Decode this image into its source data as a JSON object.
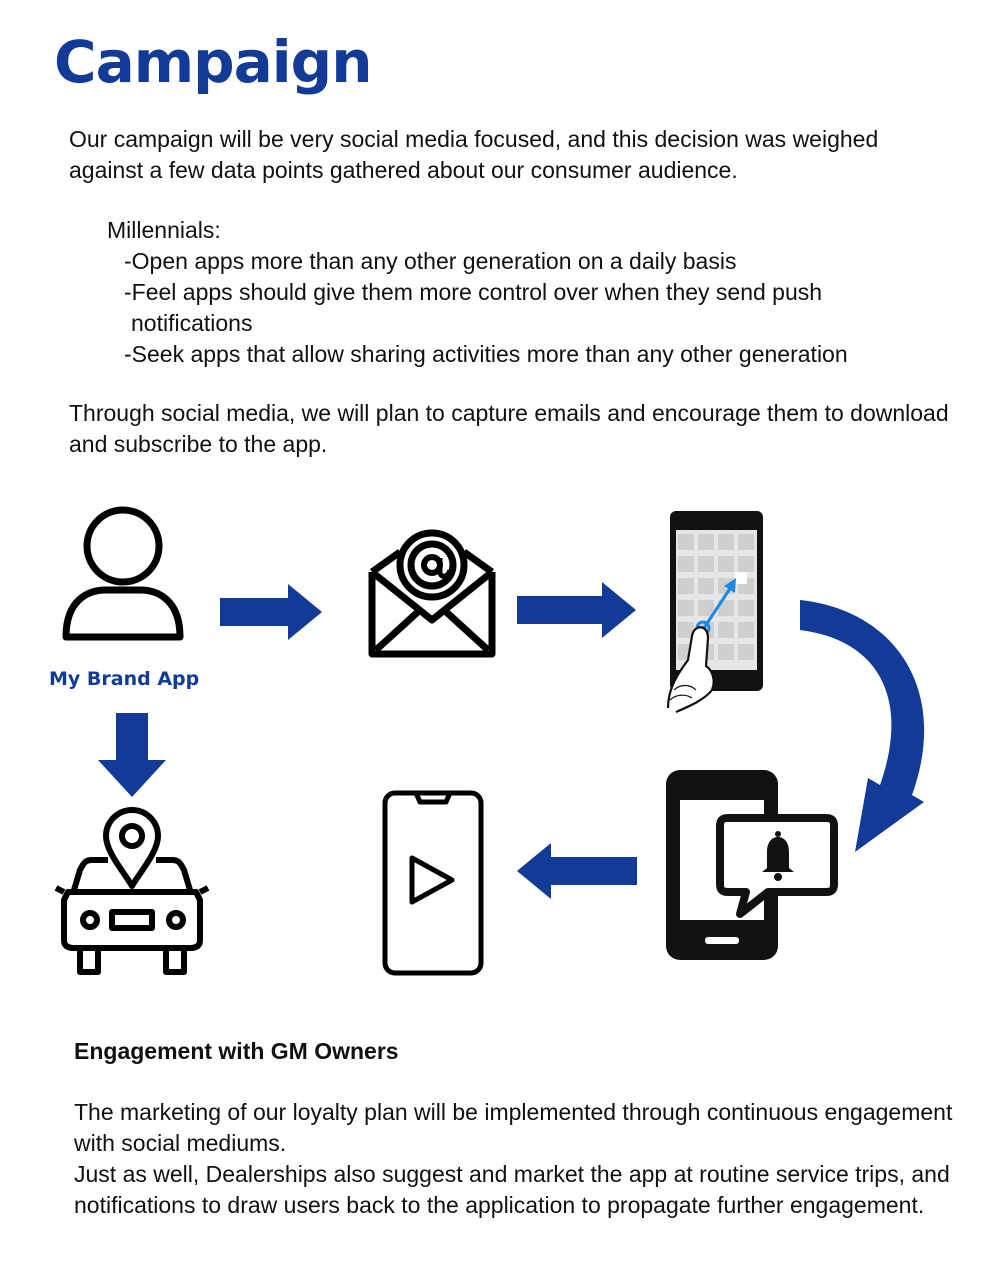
{
  "title": "Campaign",
  "intro": "Our campaign will be very social media focused, and this decision was weighed against a few data points gathered about our consumer audience.",
  "millennials": {
    "heading": "Millennials:",
    "points": [
      "-Open apps more than any other generation on a daily basis",
      "-Feel apps should give them more control over when they send push notifications",
      "-Seek apps that allow sharing activities more than any other generation"
    ]
  },
  "social_plan": "Through social media, we will plan to capture emails and encourage them to download and subscribe to the app.",
  "diagram": {
    "brand_label": "My Brand App",
    "icons": [
      "user-icon",
      "email-icon",
      "phone-touch-icon",
      "phone-notification-icon",
      "phone-video-icon",
      "car-location-icon"
    ],
    "arrow_color": "#123a97"
  },
  "engagement": {
    "heading": "Engagement with GM Owners",
    "para1": "The marketing of our loyalty plan will be implemented through continuous engagement with social mediums.",
    "para2": "Just as well, Dealerships also suggest and market the app at routine service trips, and notifications to draw users back to the application to propagate further engagement."
  },
  "colors": {
    "brand_blue": "#123a97"
  }
}
